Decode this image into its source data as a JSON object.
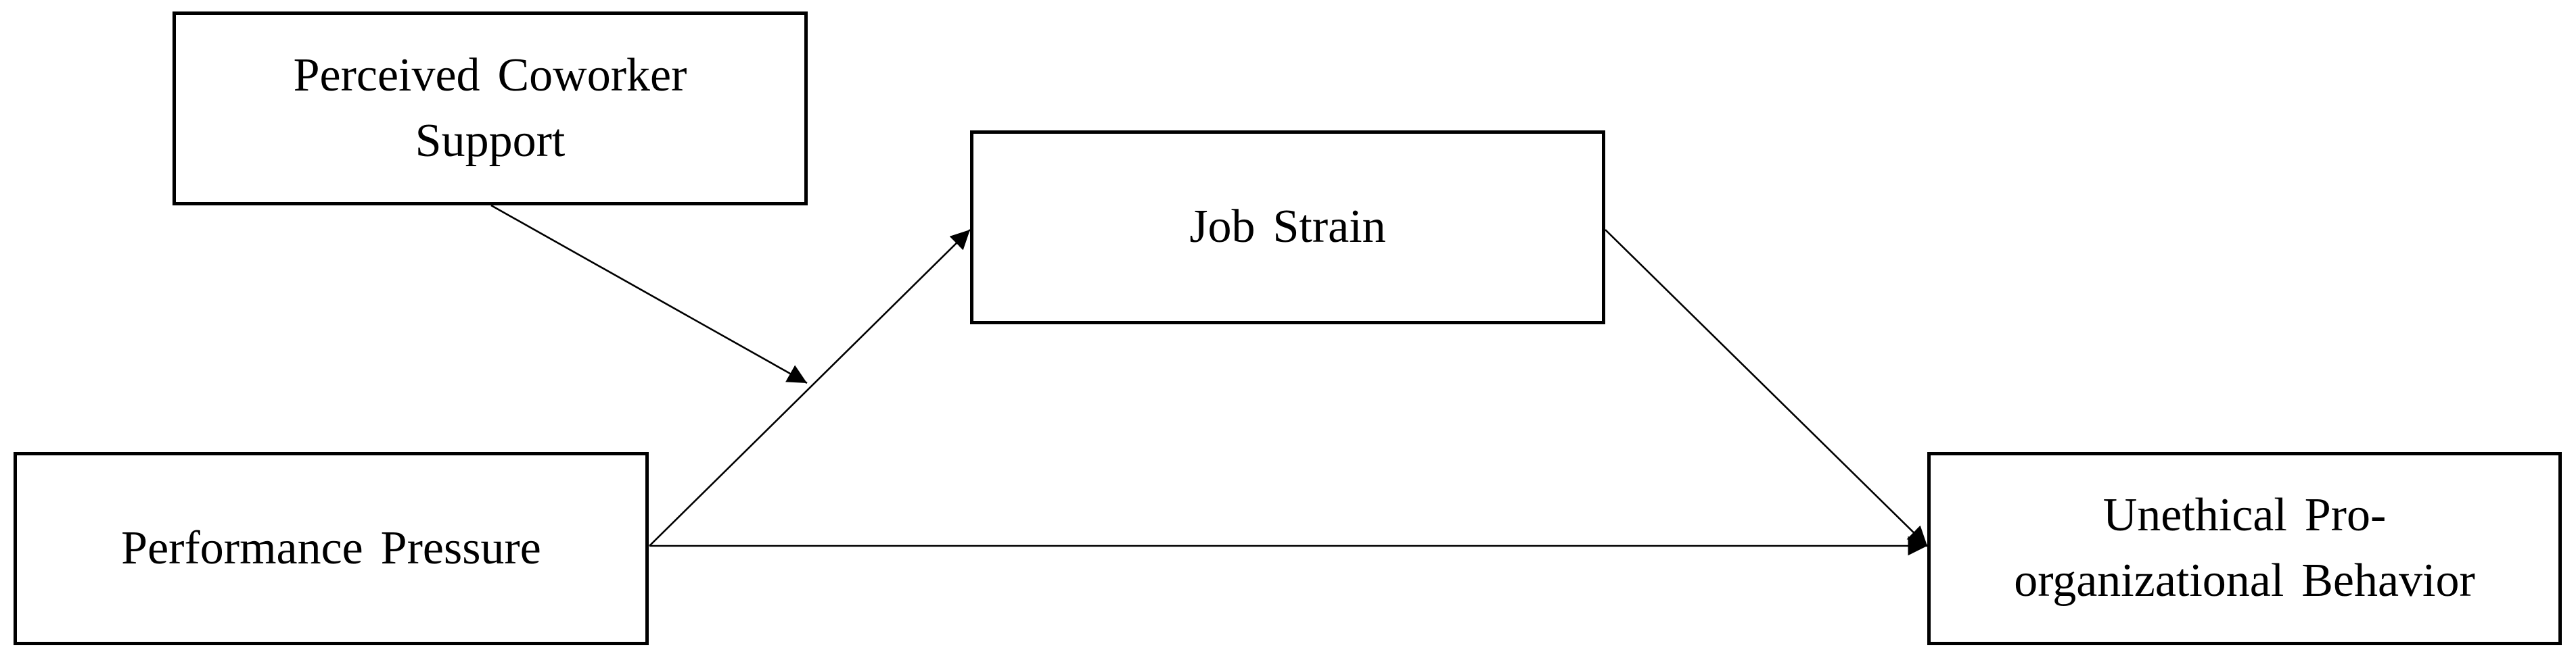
{
  "diagram": {
    "nodes": {
      "coworker_support": {
        "line1": "Perceived Coworker",
        "line2": "Support"
      },
      "job_strain": {
        "label": "Job Strain"
      },
      "performance_pressure": {
        "label": "Performance Pressure"
      },
      "unethical_behavior": {
        "line1": "Unethical Pro-",
        "line2": "organizational Behavior"
      }
    },
    "edges": [
      {
        "from": "performance_pressure",
        "to": "job_strain",
        "kind": "path"
      },
      {
        "from": "job_strain",
        "to": "unethical_behavior",
        "kind": "path"
      },
      {
        "from": "performance_pressure",
        "to": "unethical_behavior",
        "kind": "path"
      },
      {
        "from": "coworker_support",
        "to": "performance_pressure-job_strain",
        "kind": "moderation"
      }
    ],
    "colors": {
      "stroke": "#000000",
      "background": "#ffffff"
    }
  }
}
